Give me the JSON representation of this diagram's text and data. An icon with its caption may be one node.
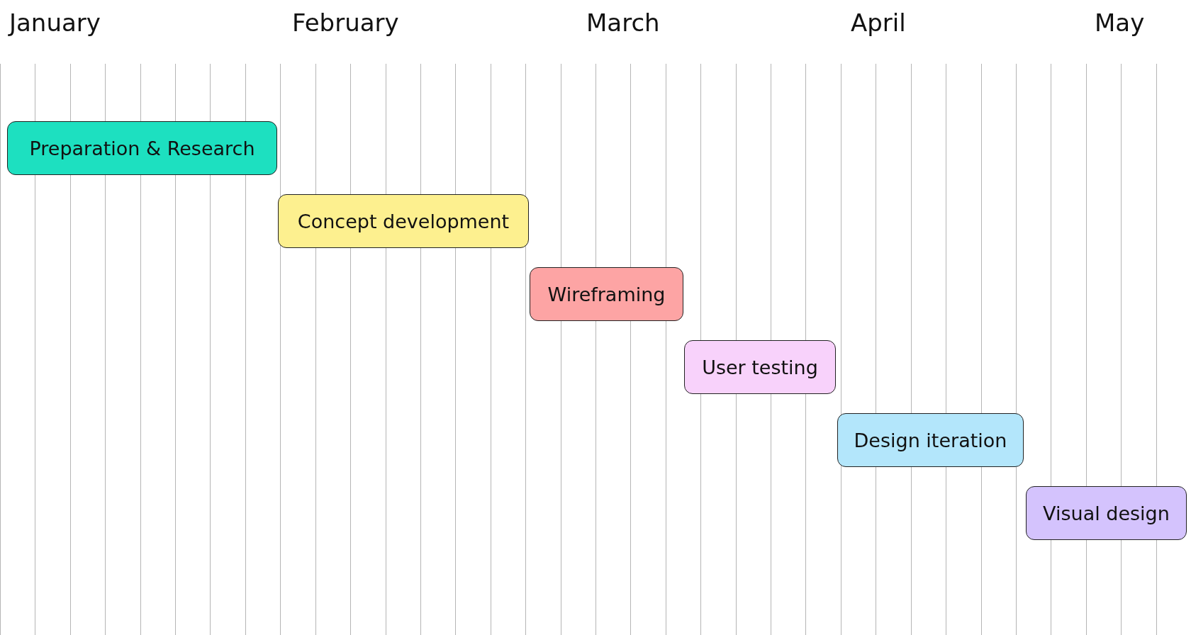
{
  "diagram": {
    "nodes": [
      {
        "text": [
          "Preparation & Research"
        ]
      },
      {
        "text": [
          "Concept development"
        ]
      },
      {
        "text": [
          "Wireframing"
        ]
      },
      {
        "text": [
          "User testing"
        ]
      },
      {
        "text": [
          "Design iteration"
        ]
      },
      {
        "text": [
          "Visual design"
        ]
      }
    ],
    "labels": [
      "January",
      "February",
      "March",
      "April",
      "May"
    ]
  }
}
